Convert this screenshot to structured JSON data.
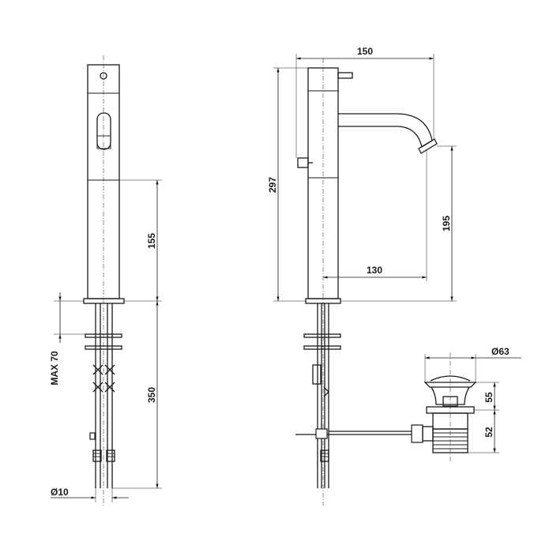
{
  "dimensions": {
    "front_height_upper": "155",
    "front_height_lower": "350",
    "max_thickness": "MAX 70",
    "tail_diameter": "Ø10",
    "total_width": "150",
    "total_height": "297",
    "spout_reach": "130",
    "spout_height": "195",
    "waste_diameter": "Ø63",
    "waste_top": "55",
    "waste_bottom": "52"
  }
}
